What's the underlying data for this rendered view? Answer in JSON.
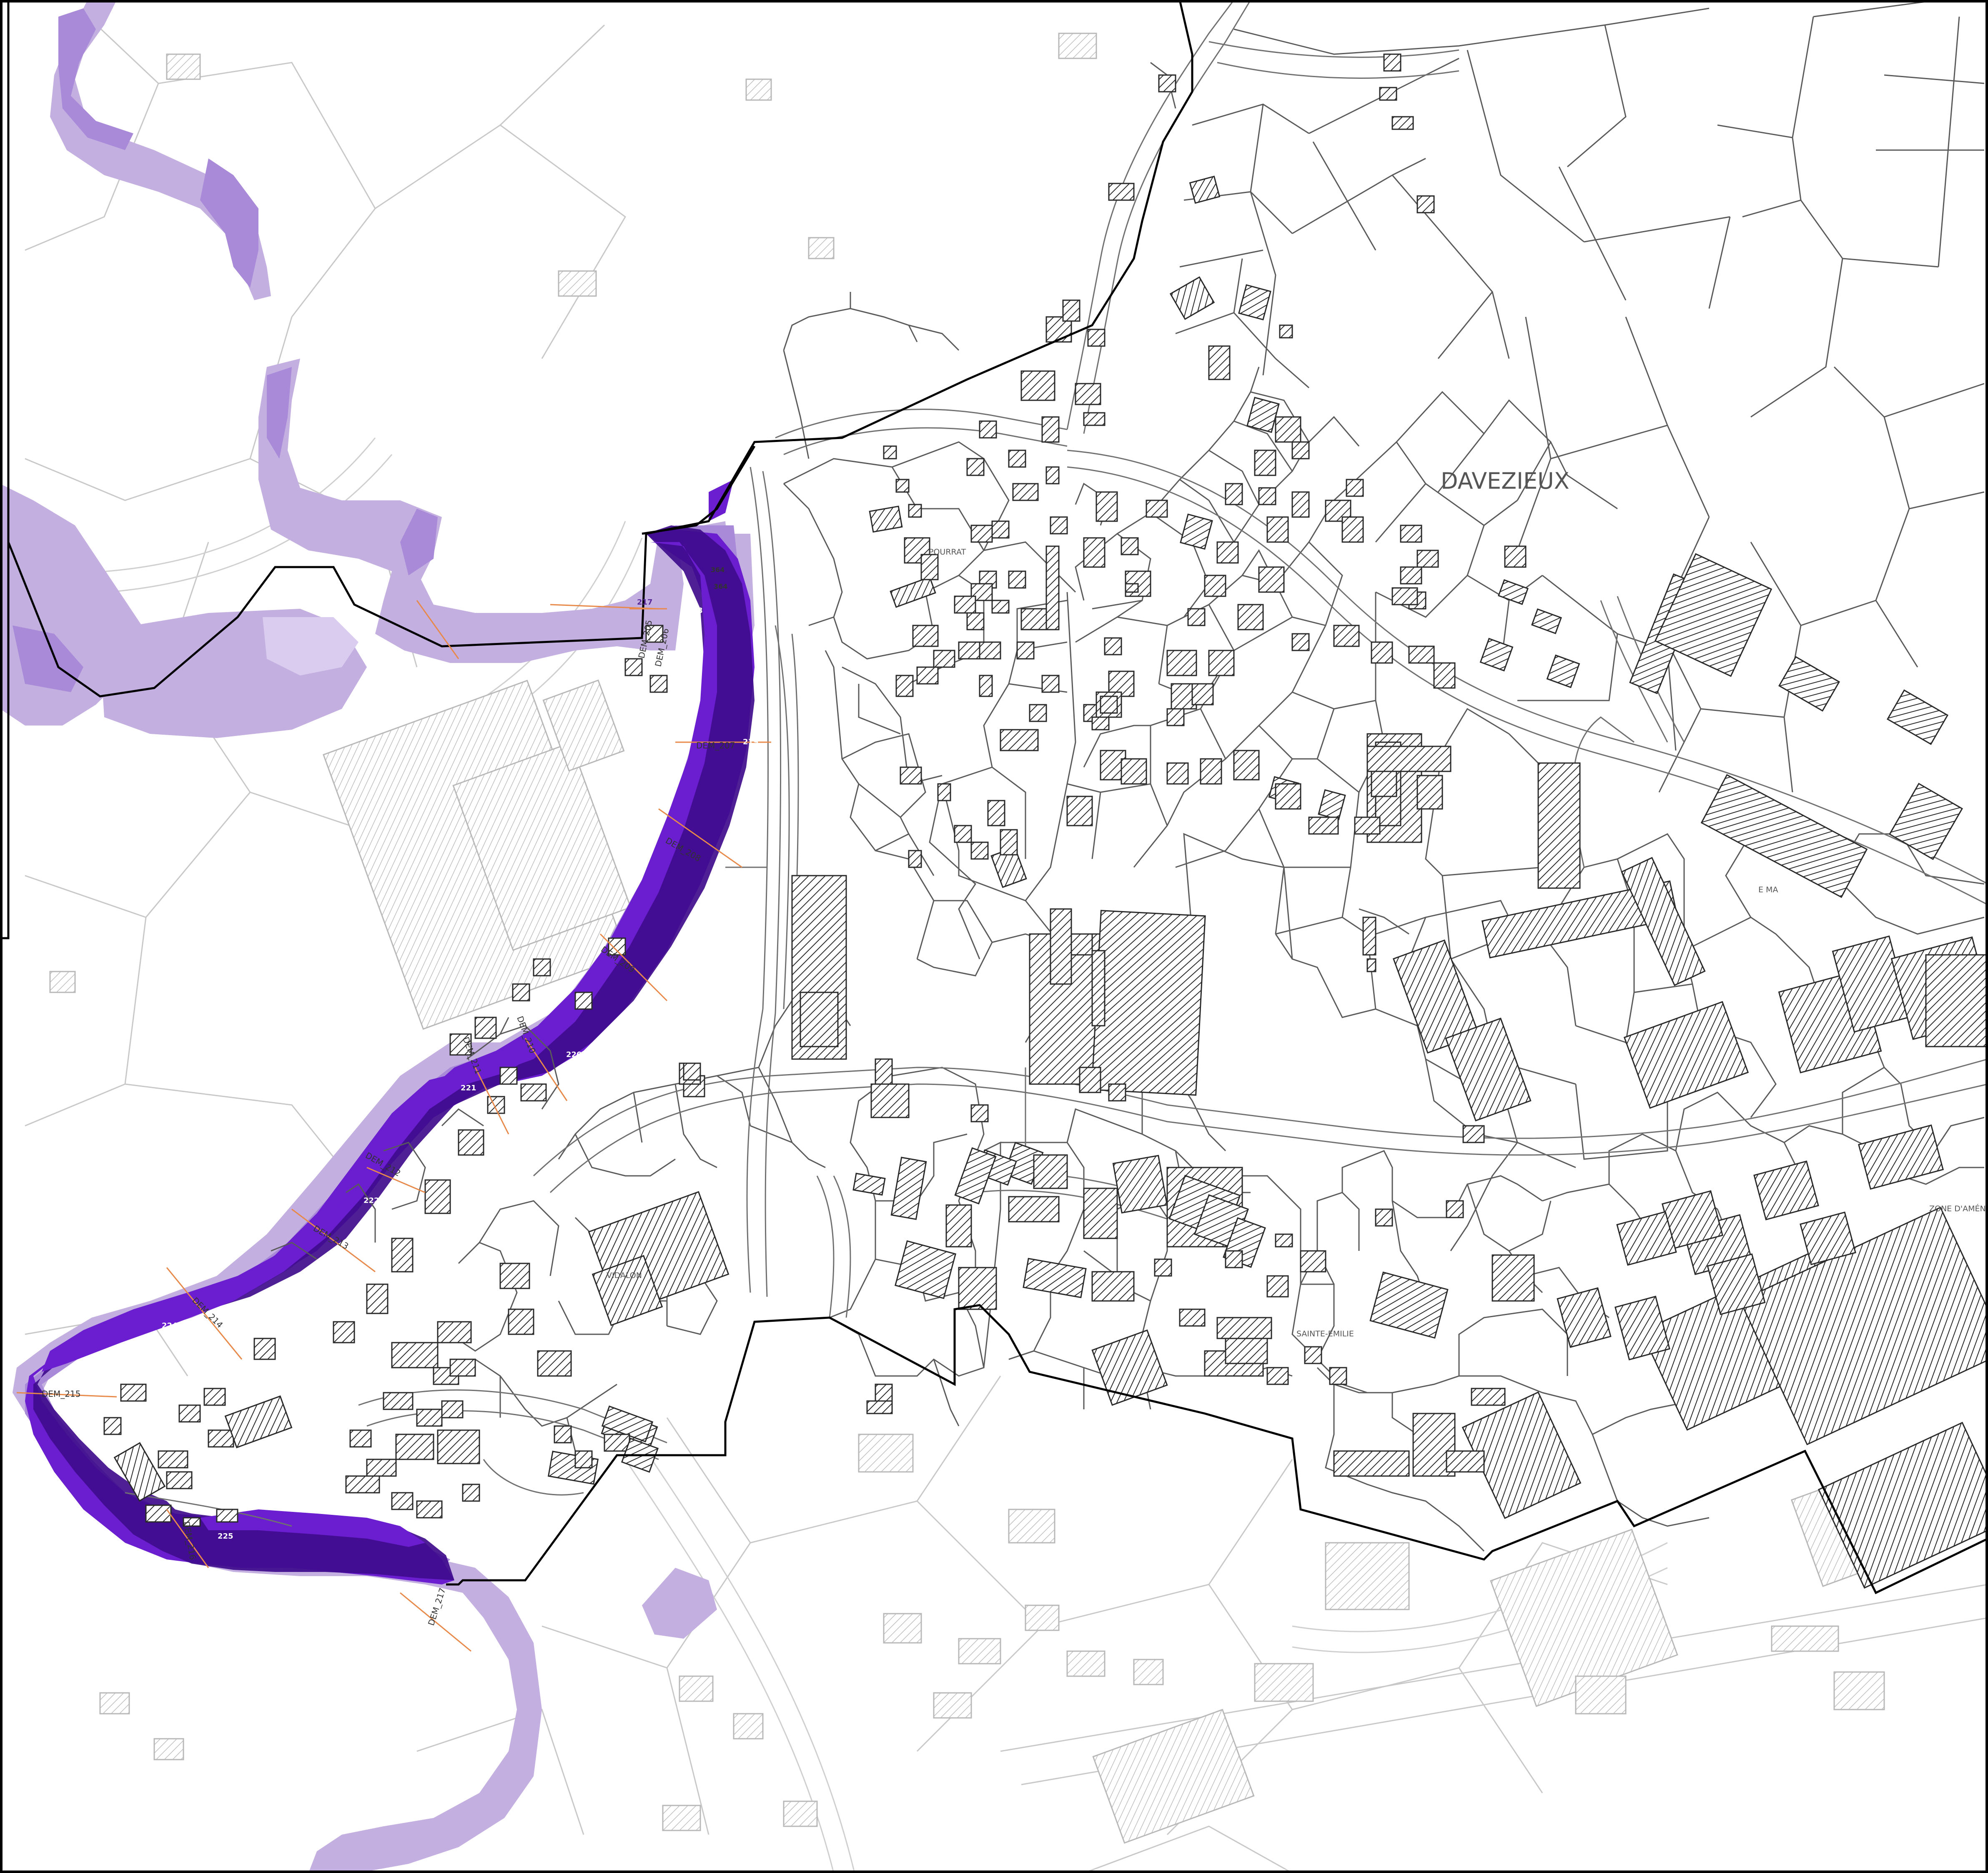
{
  "map": {
    "colors": {
      "flood_low": "#c3afe0",
      "flood_mid": "#a98ad8",
      "flood_high": "#6a1ed0",
      "flood_very_high": "#3f0c8c",
      "boundary": "#000000",
      "parcel_line": "#5a5a5a",
      "profile_line": "#e8894a",
      "building_hatch": "#2a2a2a"
    },
    "labels": {
      "commune": "DAVEZIEUX",
      "pourrat": "POURRAT",
      "vidalon": "VIDALON",
      "sainte_emilie": "SAINTE-EMILIE",
      "zone_amenagement": "ZONE D'AMÉNA",
      "e_ma": "E MA"
    },
    "profiles": [
      {
        "id": "dem-205",
        "label": "DEM_205"
      },
      {
        "id": "dem-206",
        "label": "DEM_206"
      },
      {
        "id": "dem-207",
        "label": "DEM_207"
      },
      {
        "id": "dem-208",
        "label": "DEM_208"
      },
      {
        "id": "dem-209",
        "label": "DEM_209"
      },
      {
        "id": "dem-210",
        "label": "DEM_210"
      },
      {
        "id": "dem-211",
        "label": "DEM_211"
      },
      {
        "id": "dem-212",
        "label": "DEM_212"
      },
      {
        "id": "dem-213",
        "label": "DEM_213"
      },
      {
        "id": "dem-214",
        "label": "DEM_214"
      },
      {
        "id": "dem-215",
        "label": "DEM_215"
      },
      {
        "id": "dem-216",
        "label": "DEM_216"
      },
      {
        "id": "dem-217",
        "label": "DEM_217"
      }
    ],
    "points": [
      {
        "id": "p217",
        "label": "217"
      },
      {
        "id": "p218",
        "label": "218"
      },
      {
        "id": "p219",
        "label": "219"
      },
      {
        "id": "p220",
        "label": "220"
      },
      {
        "id": "p221",
        "label": "221"
      },
      {
        "id": "p222",
        "label": "222"
      },
      {
        "id": "p224",
        "label": "224"
      },
      {
        "id": "p225",
        "label": "225"
      },
      {
        "id": "p364a",
        "label": "364"
      },
      {
        "id": "p364b",
        "label": "364"
      }
    ]
  }
}
